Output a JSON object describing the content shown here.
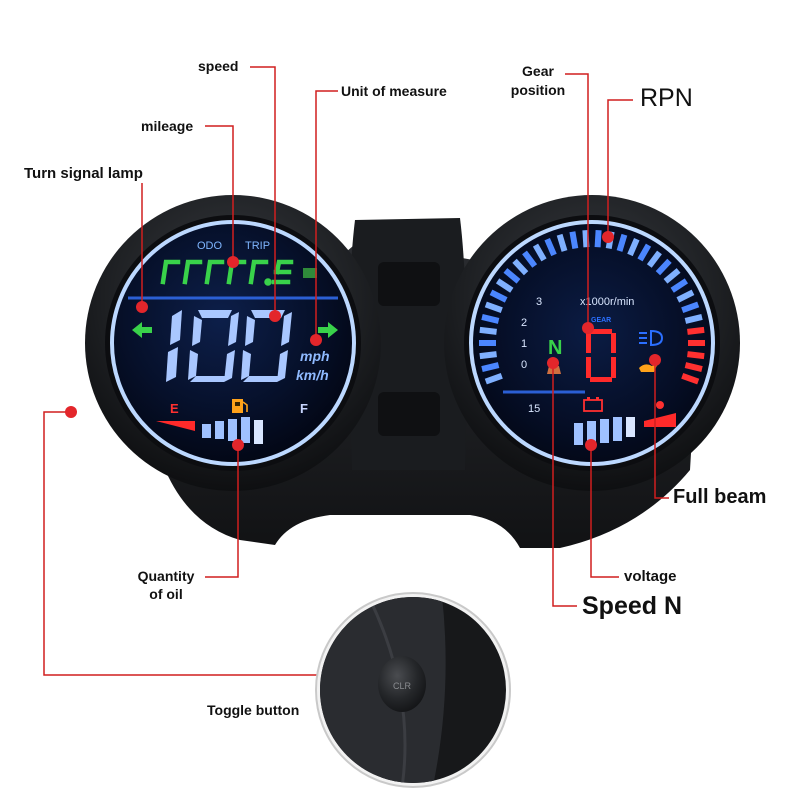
{
  "labels": {
    "speed": "speed",
    "unit_of_measure": "Unit of measure",
    "mileage": "mileage",
    "turn_signal_lamp": "Turn signal lamp",
    "gear_position_line1": "Gear",
    "gear_position_line2": "position",
    "rpn": "RPN",
    "full_beam": "Full beam",
    "quantity_of_oil_line1": "Quantity",
    "quantity_of_oil_line2": "of oil",
    "voltage": "voltage",
    "speed_n": "Speed N",
    "toggle_button": "Toggle button"
  },
  "left_dial": {
    "odo": "ODO",
    "trip": "TRIP",
    "speed_value": "100",
    "unit_mph": "mph",
    "unit_kmh": "km/h",
    "fuel_empty": "E",
    "fuel_full": "F"
  },
  "right_dial": {
    "rpm_unit": "x1000r/min",
    "scale": [
      "3",
      "2",
      "1",
      "0"
    ],
    "scale_15": "15",
    "gear_neutral": "N",
    "gear_value": "0",
    "gear_tag": "GEAR"
  },
  "button": {
    "clr": "CLR"
  },
  "colors": {
    "callout_red": "#d01f1f",
    "ring_blue": "#bcd8ff",
    "lcd_blue": "#7fb6ff",
    "lcd_green": "#39d24a",
    "lcd_red": "#ff2a2a",
    "lcd_orange": "#ffa21a",
    "bezel": "#1d1f22"
  },
  "icons": [
    "turn-signal-left-icon",
    "turn-signal-right-icon",
    "fuel-pump-icon",
    "battery-icon",
    "high-beam-icon",
    "oil-can-icon"
  ]
}
